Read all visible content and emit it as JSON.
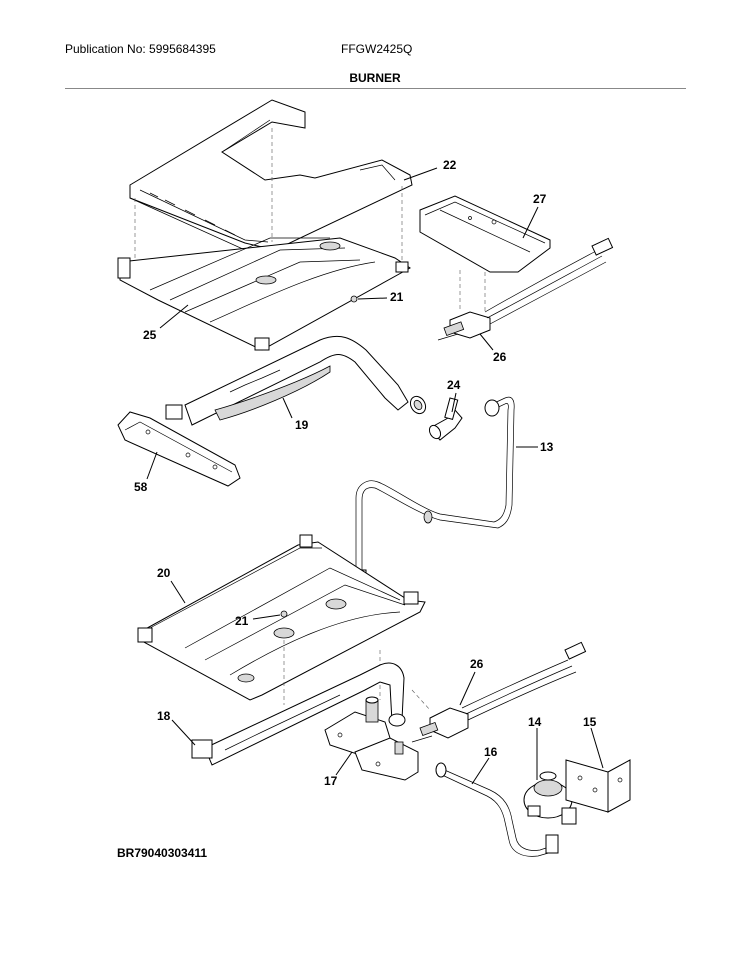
{
  "header": {
    "publication": "Publication No: 5995684395",
    "model": "FFGW2425Q",
    "section_title": "BURNER"
  },
  "footer": {
    "document_id": "BR79040303411"
  },
  "callouts": {
    "p22": "22",
    "p27": "27",
    "p21a": "21",
    "p25": "25",
    "p26a": "26",
    "p24": "24",
    "p19": "19",
    "p13": "13",
    "p58": "58",
    "p20": "20",
    "p21b": "21",
    "p26b": "26",
    "p18": "18",
    "p14": "14",
    "p15": "15",
    "p16": "16",
    "p17": "17"
  }
}
